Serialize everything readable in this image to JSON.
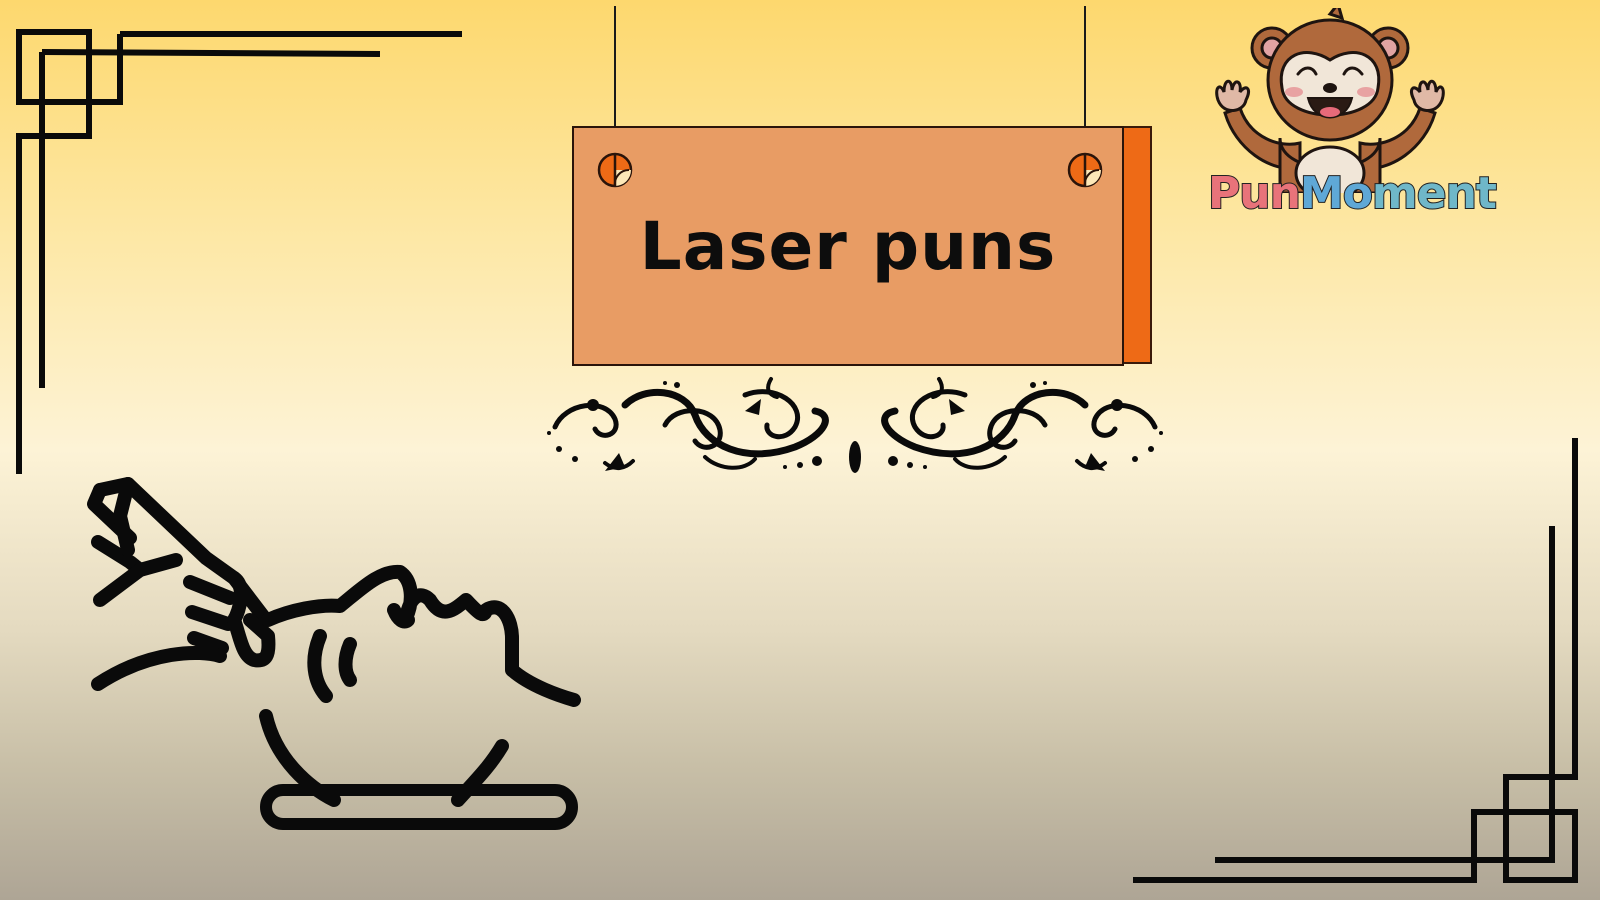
{
  "sign": {
    "title": "Laser puns",
    "colors": {
      "face": "#e89c64",
      "shadow": "#ee6a16",
      "outline": "#2a140a"
    }
  },
  "brand": {
    "name_part1": "Pun",
    "name_part2": "Mo",
    "name_part3": "ment",
    "colors": [
      "#e8737a",
      "#f0b64a",
      "#5fa8d6",
      "#9387c4",
      "#6fb7c9",
      "#6f9f77"
    ]
  },
  "background": {
    "top": "#fdd86e",
    "middle": "#fdf3d6",
    "bottom": "#aea595"
  },
  "icons": {
    "mascot": "monkey-mascot-icon",
    "illustration": "laser-facial-treatment-icon",
    "ornament": "floral-flourish-divider",
    "corners": [
      "corner-frame-top-left",
      "corner-frame-bottom-right"
    ]
  }
}
